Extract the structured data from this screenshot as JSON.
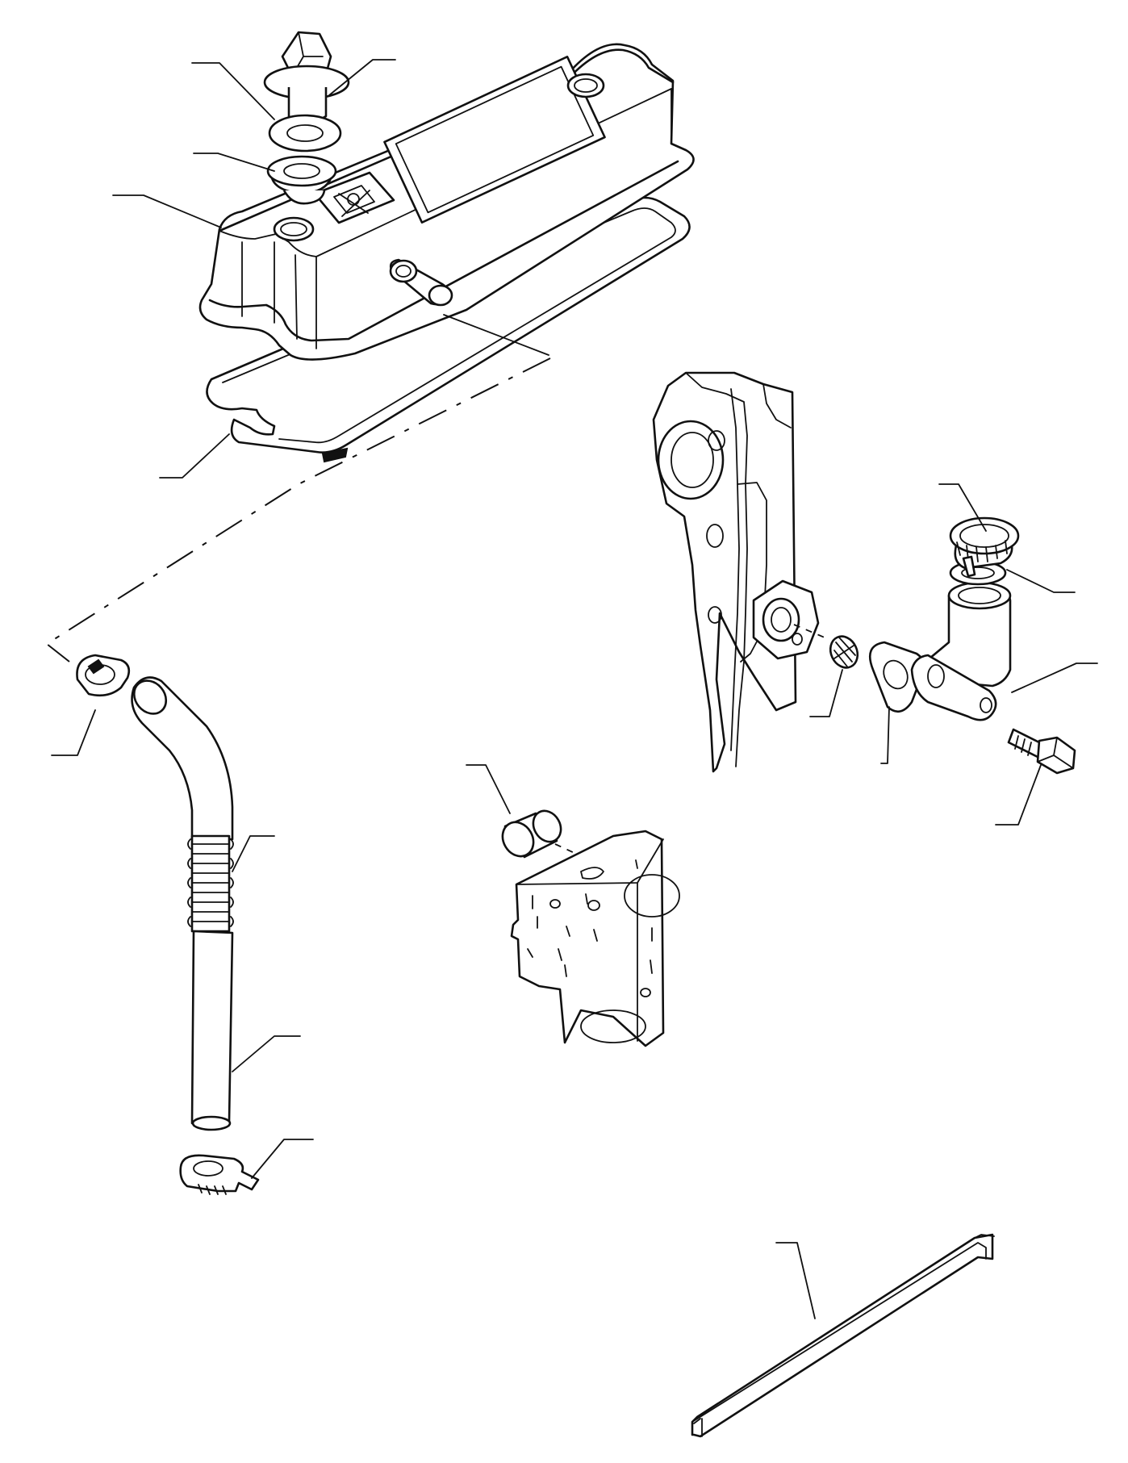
{
  "diagram": {
    "parts": [
      "flange-bolt",
      "washer",
      "grommet",
      "valve-cover",
      "cover-gasket",
      "hose-clamp-upper",
      "breather-hose",
      "corrugated-hose-section",
      "hose-lower-section",
      "hose-clip-bracket",
      "block-plug",
      "oil-filler-cap",
      "filler-cap-seal",
      "filler-elbow",
      "filler-gasket",
      "strainer",
      "filler-elbow-bolt",
      "side-gasket-strip"
    ]
  }
}
